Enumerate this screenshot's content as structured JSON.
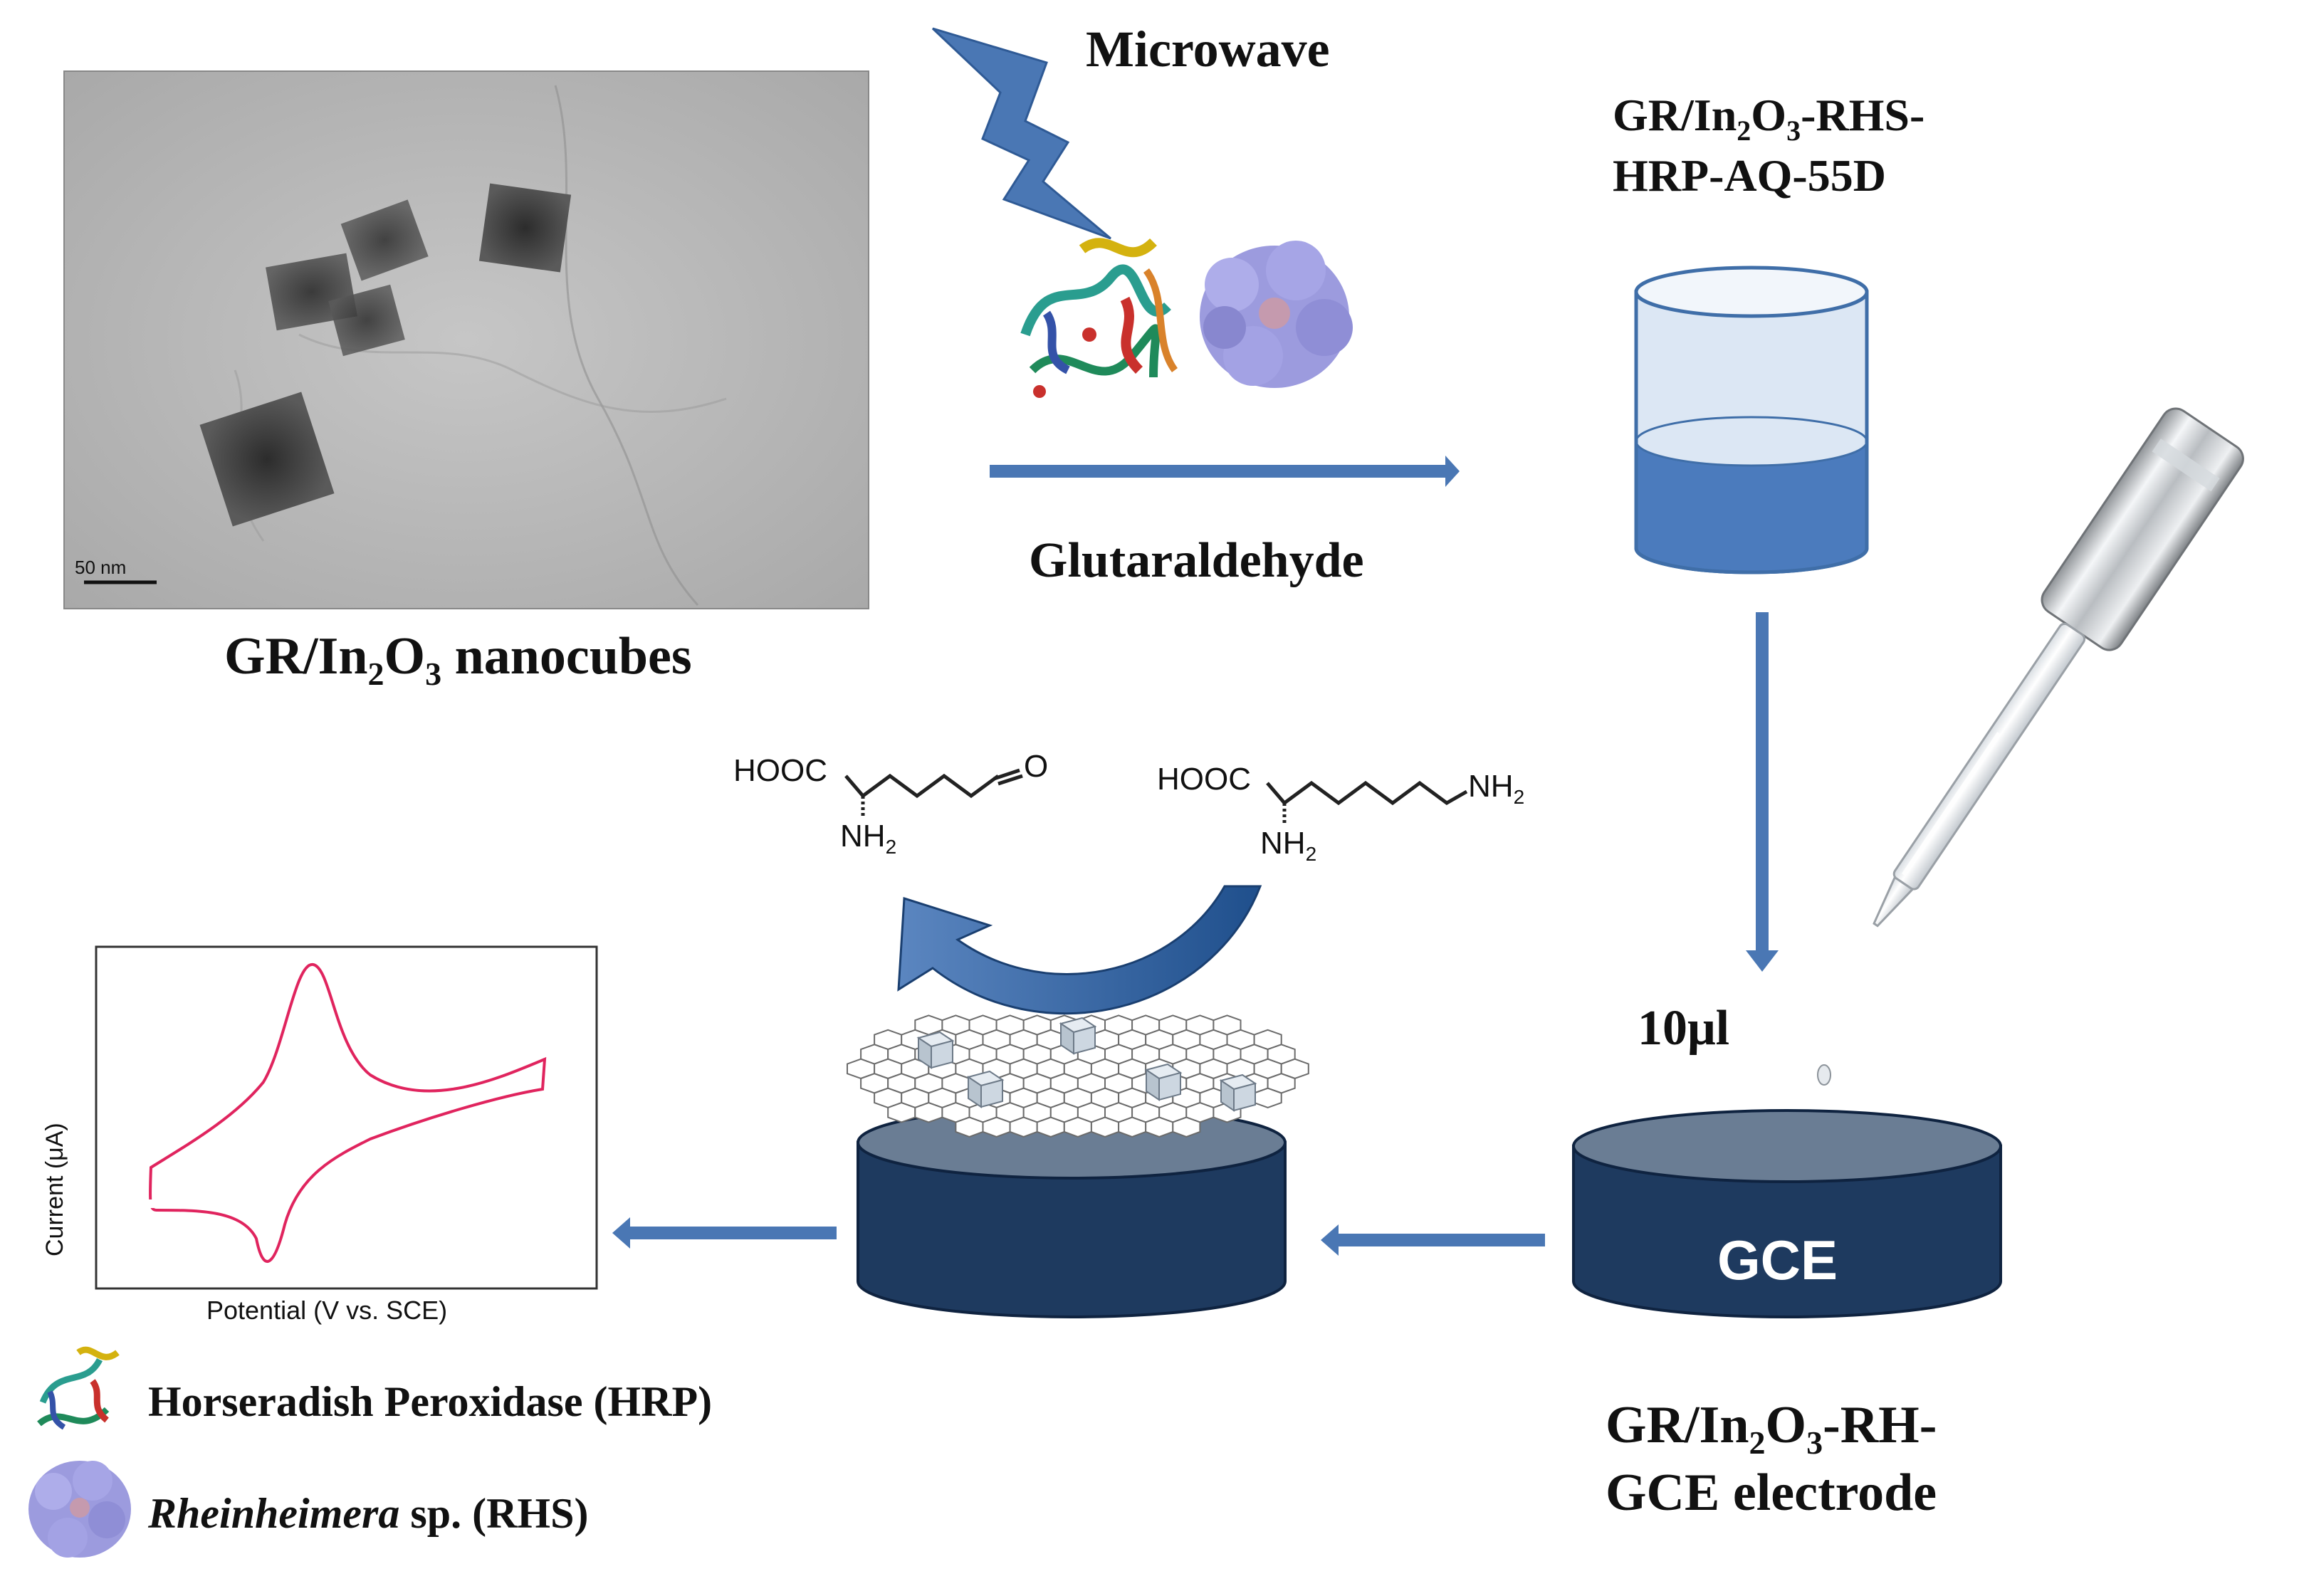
{
  "labels": {
    "microwave": "Microwave",
    "glutaraldehyde": "Glutaraldehyde",
    "nanocubes_prefix": "GR/In",
    "nanocubes_o": "O",
    "nanocubes_suffix": " nanocubes",
    "solution_line1_a": "GR/In",
    "solution_line1_b": "O",
    "solution_line1_c": "-RHS-",
    "solution_line2": "HRP-AQ-55D",
    "volume": "10μl",
    "electrode_line1_a": "GR/In",
    "electrode_line1_b": "O",
    "electrode_line1_c": "-RH-",
    "electrode_line2": "GCE electrode",
    "sub_2": "2",
    "sub_3": "3",
    "gce": "GCE",
    "scale_bar": "50 nm"
  },
  "chemistry": {
    "product": {
      "acid": "HOOC",
      "amine": "NH",
      "amine_sub": "2",
      "carbonyl": "O"
    },
    "substrate": {
      "acid": "HOOC",
      "amine": "NH",
      "amine_sub": "2",
      "terminal": "NH",
      "terminal_sub": "2"
    }
  },
  "cv_plot": {
    "ylabel": "Current (μA)",
    "xlabel": "Potential (V vs. SCE)",
    "curve_color": "#e0245e"
  },
  "legend": [
    {
      "icon": "hrp-protein-icon",
      "text": "Horseradish Peroxidase (HRP)",
      "italic": ""
    },
    {
      "icon": "rhs-protein-icon",
      "text": " sp. (RHS)",
      "italic": "Rheinheimera"
    }
  ],
  "colors": {
    "arrow": "#4a77b4",
    "electrode_dark": "#1e3a5f",
    "electrode_top": "#6a7d94",
    "liquid": "#4b7bbd",
    "liquid_top": "#dce7f4",
    "container_top": "#f2f6fb"
  }
}
